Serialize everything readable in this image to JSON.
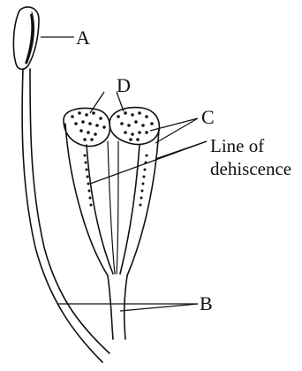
{
  "labels": {
    "a": "A",
    "b": "B",
    "c": "C",
    "d": "D",
    "dehiscence_line1": "Line of",
    "dehiscence_line2": "dehiscence"
  },
  "colors": {
    "ink": "#111111",
    "background": "#ffffff"
  }
}
